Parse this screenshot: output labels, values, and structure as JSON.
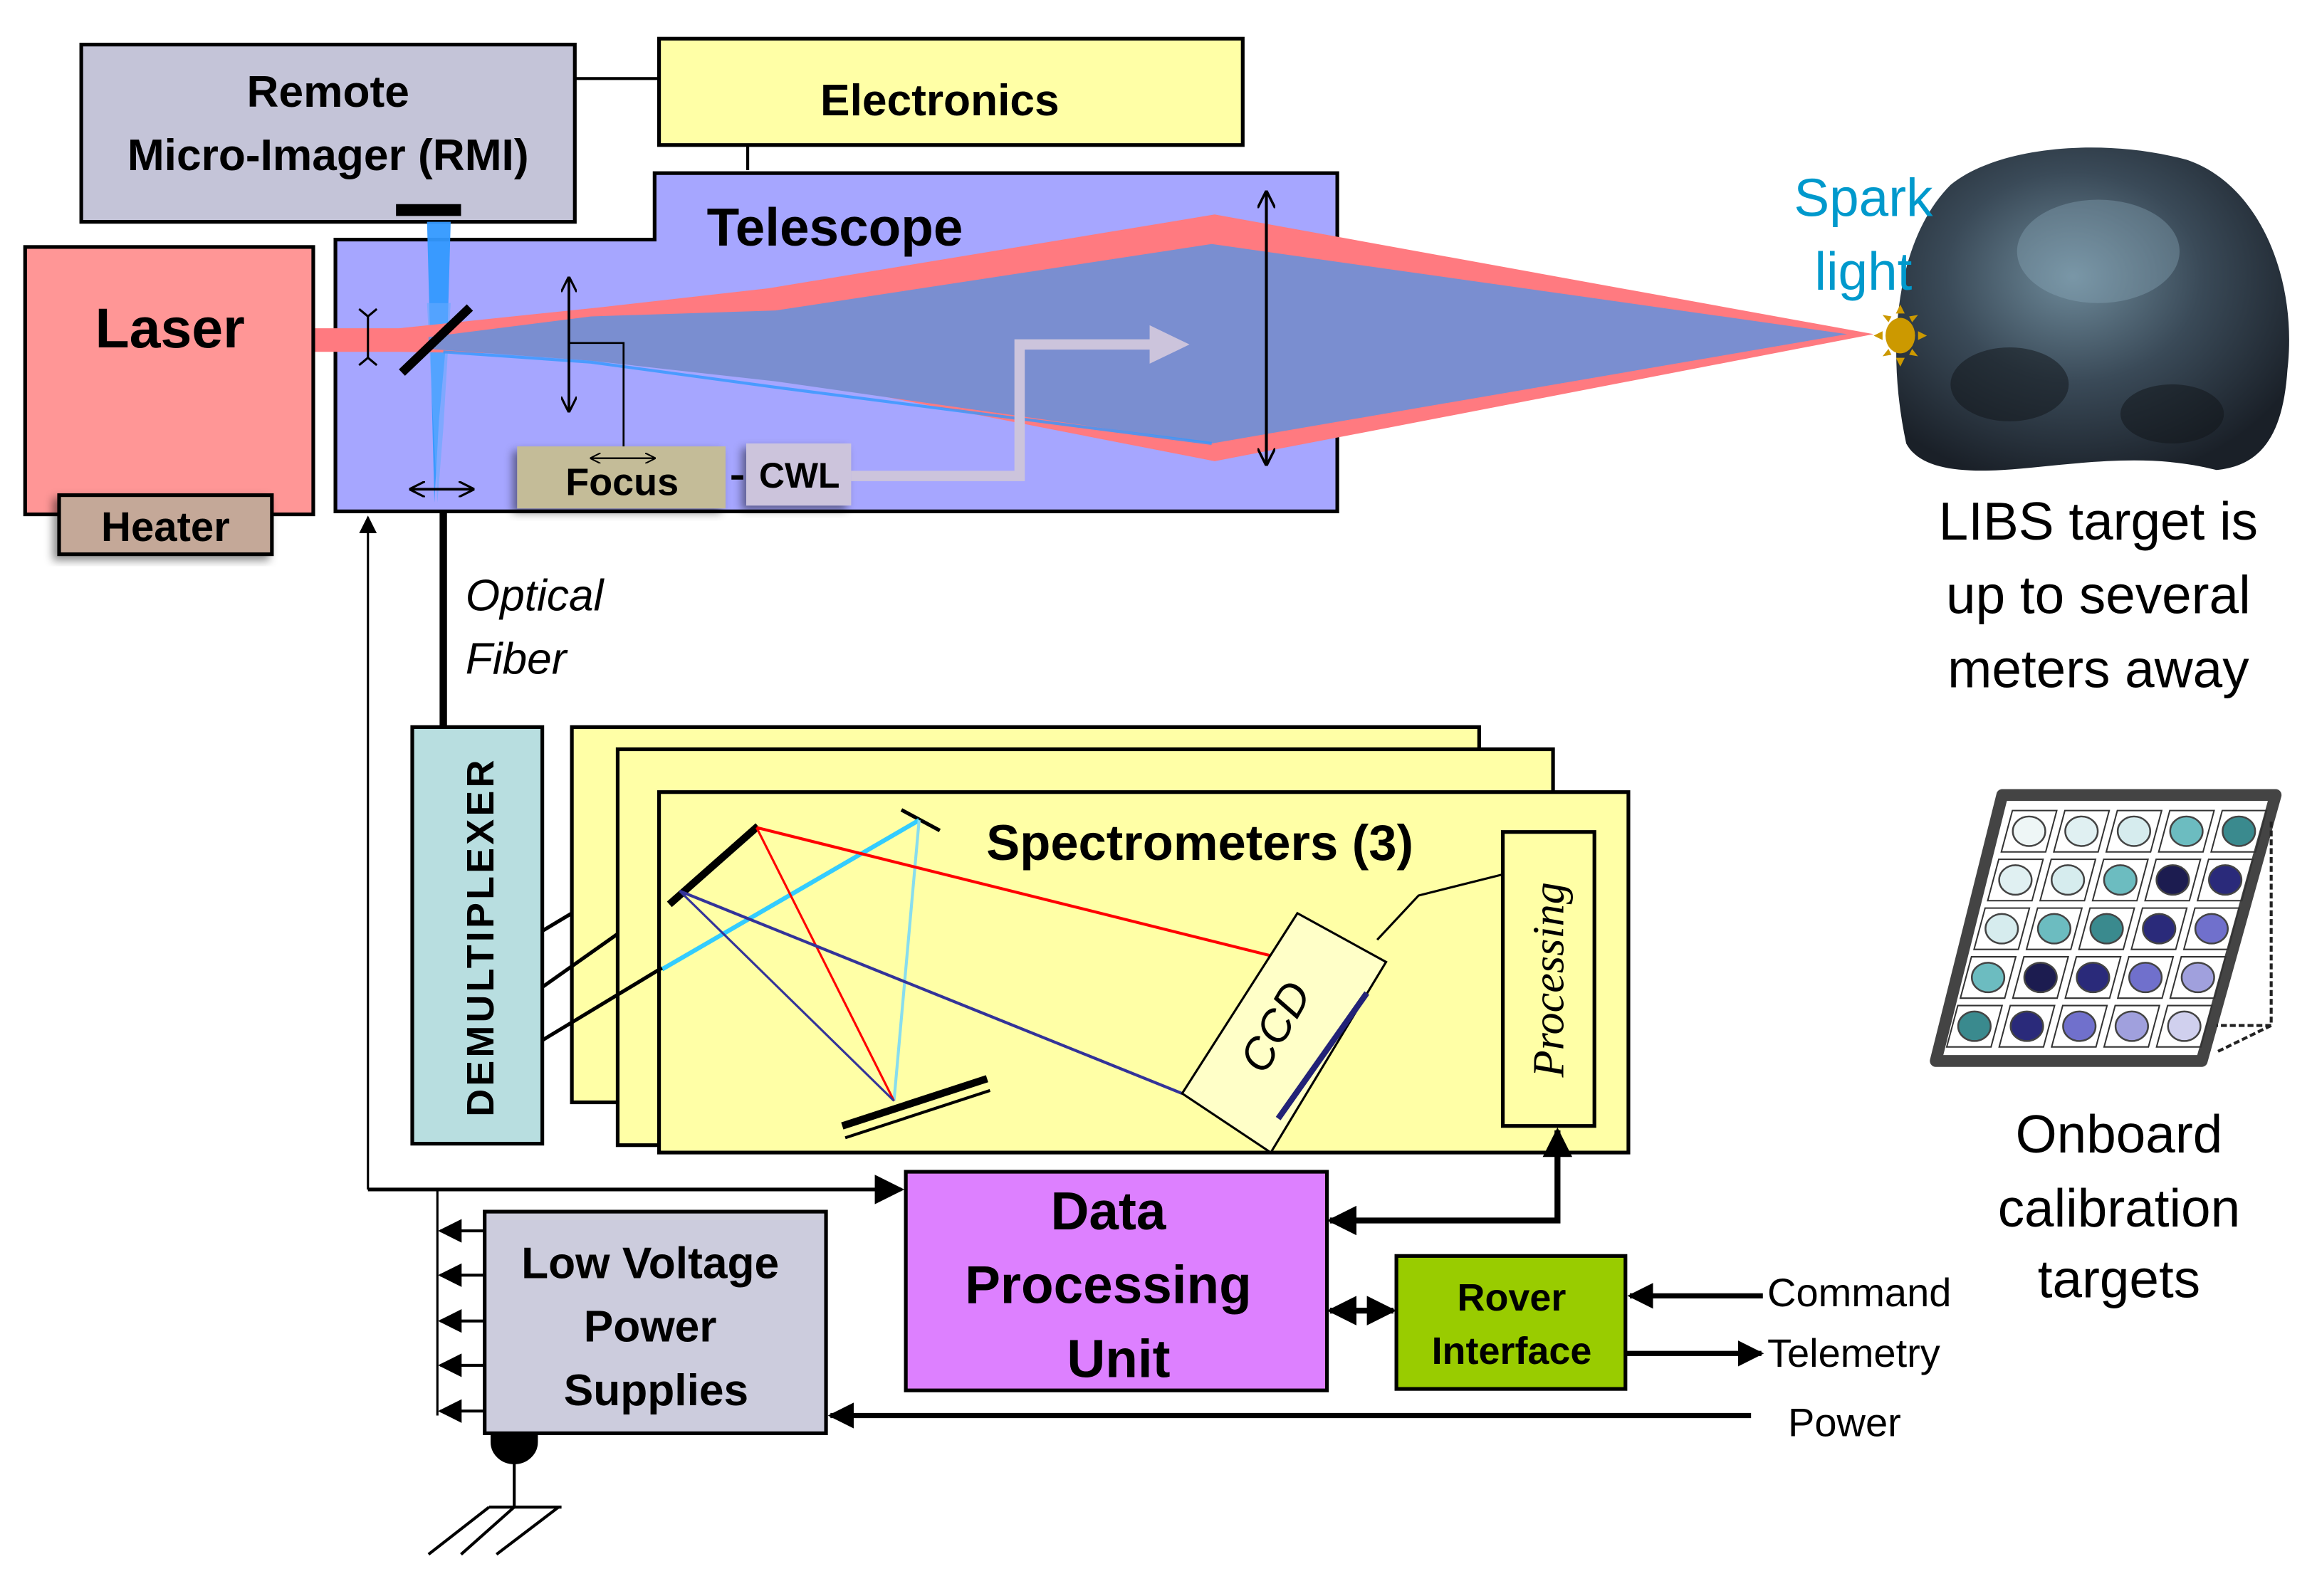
{
  "diagram": {
    "blocks": {
      "rmi": {
        "line1": "Remote",
        "line2": "Micro-Imager (RMI)"
      },
      "electronics": "Electronics",
      "telescope": "Telescope",
      "laser": "Laser",
      "heater": "Heater",
      "focus": "Focus",
      "cwl": "CWL",
      "demultiplexer": "DEMULTIPLEXER",
      "spectrometers": "Spectrometers (3)",
      "ccd": "CCD",
      "processing": "Processing",
      "dpu": {
        "line1": "Data",
        "line2": "Processing",
        "line3": "Unit"
      },
      "lvps": {
        "line1": "Low Voltage",
        "line2": "Power",
        "line3": "Supplies"
      },
      "rover_interface": {
        "line1": "Rover",
        "line2": "Interface"
      }
    },
    "labels": {
      "optical_fiber": {
        "line1": "Optical",
        "line2": "Fiber"
      },
      "spark_light": {
        "line1": "Spark",
        "line2": "light"
      },
      "libs_target": {
        "line1": "LIBS target is",
        "line2": "up to several",
        "line3": "meters away"
      },
      "calibration": {
        "line1": "Onboard",
        "line2": "calibration",
        "line3": "targets"
      },
      "command": "Command",
      "telemetry": "Telemetry",
      "power": "Power"
    },
    "colors": {
      "rmi": "#c4c4d8",
      "electronics": "#ffffa6",
      "telescope": "#a6a6ff",
      "laser": "#ff9696",
      "laser_beam": "#ff7a80",
      "return_cone": "#7a8ed0",
      "rmi_beam": "#3399ff",
      "heater": "#c4a898",
      "focus": "#c4bc98",
      "cwl": "#ccc4dc",
      "demultiplexer": "#b8dee0",
      "spectrometer": "#ffffa6",
      "dpu": "#dd80ff",
      "lvps": "#ccccdd",
      "rover_interface": "#99cc00",
      "spark": "#cc9900",
      "spark_text": "#0099cc"
    },
    "calibration_grid": [
      [
        "#eef6f6",
        "#e0f0f2",
        "#d6ecee",
        "#6cbcc0",
        "#3a8a8e"
      ],
      [
        "#e0f0f2",
        "#d6ecee",
        "#6cbcc0",
        "#1c1c50",
        "#2a2a7a"
      ],
      [
        "#d6ecee",
        "#6cbcc0",
        "#3a8a8e",
        "#2a2a7a",
        "#7070cc"
      ],
      [
        "#6cbcc0",
        "#1c1c50",
        "#2a2a7a",
        "#7070cc",
        "#a0a0dd"
      ],
      [
        "#3a8a8e",
        "#2a2a7a",
        "#7070cc",
        "#a0a0dd",
        "#d0d0ee"
      ]
    ]
  }
}
